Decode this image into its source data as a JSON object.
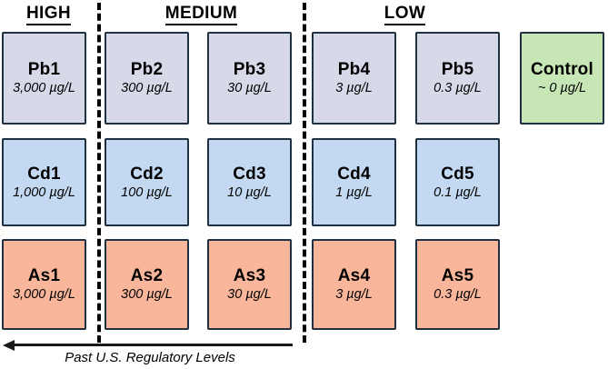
{
  "figure": {
    "sections": [
      {
        "id": "high",
        "label": "HIGH"
      },
      {
        "id": "medium",
        "label": "MEDIUM"
      },
      {
        "id": "low",
        "label": "LOW"
      }
    ],
    "rows": [
      {
        "id": "pb",
        "analyte": "Pb",
        "fill": "#d8d9e8",
        "cells": [
          {
            "label": "Pb1",
            "concentration": "3,000 µg/L"
          },
          {
            "label": "Pb2",
            "concentration": "300 µg/L"
          },
          {
            "label": "Pb3",
            "concentration": "30 µg/L"
          },
          {
            "label": "Pb4",
            "concentration": "3 µg/L"
          },
          {
            "label": "Pb5",
            "concentration": "0.3 µg/L"
          }
        ]
      },
      {
        "id": "cd",
        "analyte": "Cd",
        "fill": "#c3d9f1",
        "cells": [
          {
            "label": "Cd1",
            "concentration": "1,000 µg/L"
          },
          {
            "label": "Cd2",
            "concentration": "100 µg/L"
          },
          {
            "label": "Cd3",
            "concentration": "10 µg/L"
          },
          {
            "label": "Cd4",
            "concentration": "1 µg/L"
          },
          {
            "label": "Cd5",
            "concentration": "0.1 µg/L"
          }
        ]
      },
      {
        "id": "as",
        "analyte": "As",
        "fill": "#f9b69a",
        "cells": [
          {
            "label": "As1",
            "concentration": "3,000 µg/L"
          },
          {
            "label": "As2",
            "concentration": "300 µg/L"
          },
          {
            "label": "As3",
            "concentration": "30 µg/L"
          },
          {
            "label": "As4",
            "concentration": "3 µg/L"
          },
          {
            "label": "As5",
            "concentration": "0.3 µg/L"
          }
        ]
      }
    ],
    "control": {
      "label": "Control",
      "concentration": "~ 0 µg/L",
      "fill": "#c6e7b5"
    },
    "arrow": {
      "caption": "Past U.S. Regulatory Levels",
      "direction": "left"
    },
    "colors": {
      "border": "#1f3040",
      "divider": "#000000",
      "arrow": "#1a1a1a",
      "background": "#ffffff"
    }
  }
}
